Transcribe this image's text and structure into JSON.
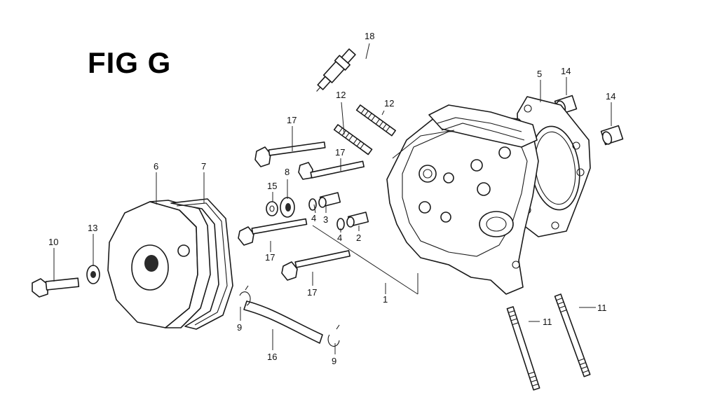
{
  "title": "FIG G",
  "callouts": {
    "c18": "18",
    "c12a": "12",
    "c12b": "12",
    "c5": "5",
    "c14a": "14",
    "c14b": "14",
    "c17a": "17",
    "c17b": "17",
    "c17c": "17",
    "c17d": "17",
    "c6": "6",
    "c7": "7",
    "c8": "8",
    "c15": "15",
    "c13": "13",
    "c10": "10",
    "c4a": "4",
    "c3": "3",
    "c4b": "4",
    "c2": "2",
    "c1": "1",
    "c9a": "9",
    "c9b": "9",
    "c16": "16",
    "c11a": "11",
    "c11b": "11"
  }
}
